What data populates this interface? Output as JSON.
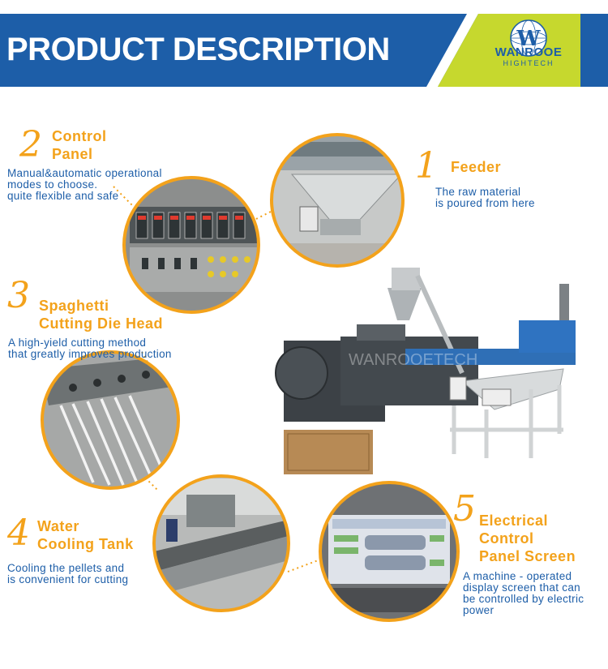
{
  "header": {
    "title": "PRODUCT DESCRIPTION",
    "brand": "WANROOE",
    "brand_sub": "HIGHTECH"
  },
  "sections": [
    {
      "number": "1",
      "title_lines": [
        "Feeder"
      ],
      "desc_lines": [
        "The raw material",
        "is poured from here"
      ]
    },
    {
      "number": "2",
      "title_lines": [
        "Control",
        "Panel"
      ],
      "desc_lines": [
        "Manual&automatic operational",
        "modes to choose.",
        "quite flexible and safe"
      ]
    },
    {
      "number": "3",
      "title_lines": [
        "Spaghetti",
        "Cutting Die Head"
      ],
      "desc_lines": [
        "A high-yield cutting method",
        "that greatly improves production"
      ]
    },
    {
      "number": "4",
      "title_lines": [
        "Water",
        "Cooling Tank"
      ],
      "desc_lines": [
        "Cooling the pellets and",
        " is convenient for cutting"
      ]
    },
    {
      "number": "5",
      "title_lines": [
        "Electrical",
        "Control",
        "Panel Screen"
      ],
      "desc_lines": [
        "A machine - operated",
        "display screen that can",
        "be controlled by electric",
        "power"
      ]
    }
  ],
  "watermark": "WANROOETECH",
  "colors": {
    "accent": "#f3a21b",
    "brand_blue": "#1d5ea8",
    "logo_green": "#c6d82e"
  }
}
